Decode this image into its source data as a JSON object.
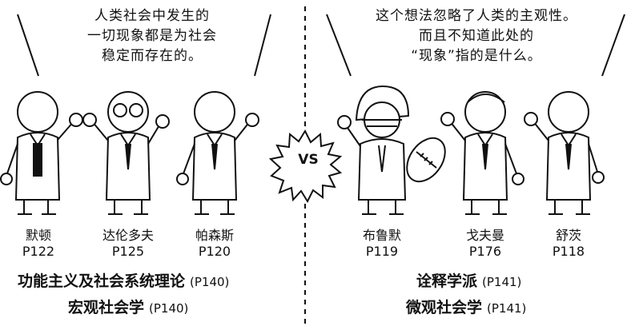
{
  "left": {
    "quote": [
      "人类社会中发生的",
      "一切现象都是为社会",
      "稳定而存在的。"
    ],
    "people": [
      {
        "name": "默顿",
        "page": "P122"
      },
      {
        "name": "达伦多夫",
        "page": "P125"
      },
      {
        "name": "帕森斯",
        "page": "P120"
      }
    ],
    "school_line1": {
      "text": "功能主义及社会系统理论",
      "ref": "(P140)"
    },
    "school_line2": {
      "text": "宏观社会学",
      "ref": "(P140)"
    }
  },
  "right": {
    "quote": [
      "这个想法忽略了人类的主观性。",
      "而且不知道此处的",
      "“现象”指的是什么。"
    ],
    "people": [
      {
        "name": "布鲁默",
        "page": "P119"
      },
      {
        "name": "戈夫曼",
        "page": "P176"
      },
      {
        "name": "舒茨",
        "page": "P118"
      }
    ],
    "school_line1": {
      "text": "诠释学派",
      "ref": "(P141)"
    },
    "school_line2": {
      "text": "微观社会学",
      "ref": "(P141)"
    }
  },
  "vs_label": "VS"
}
